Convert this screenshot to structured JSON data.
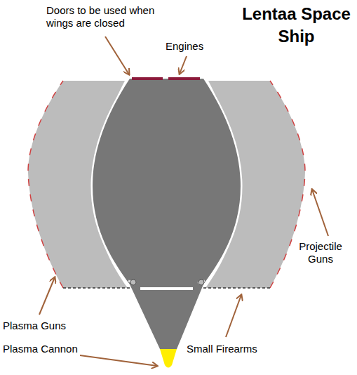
{
  "diagram": {
    "title": "Lentaa Space Ship",
    "labels": [
      "Doors to be used when wings are closed",
      "Engines",
      "Projectile Guns",
      "Plasma Guns",
      "Plasma Cannon",
      "Small Firearms"
    ]
  }
}
